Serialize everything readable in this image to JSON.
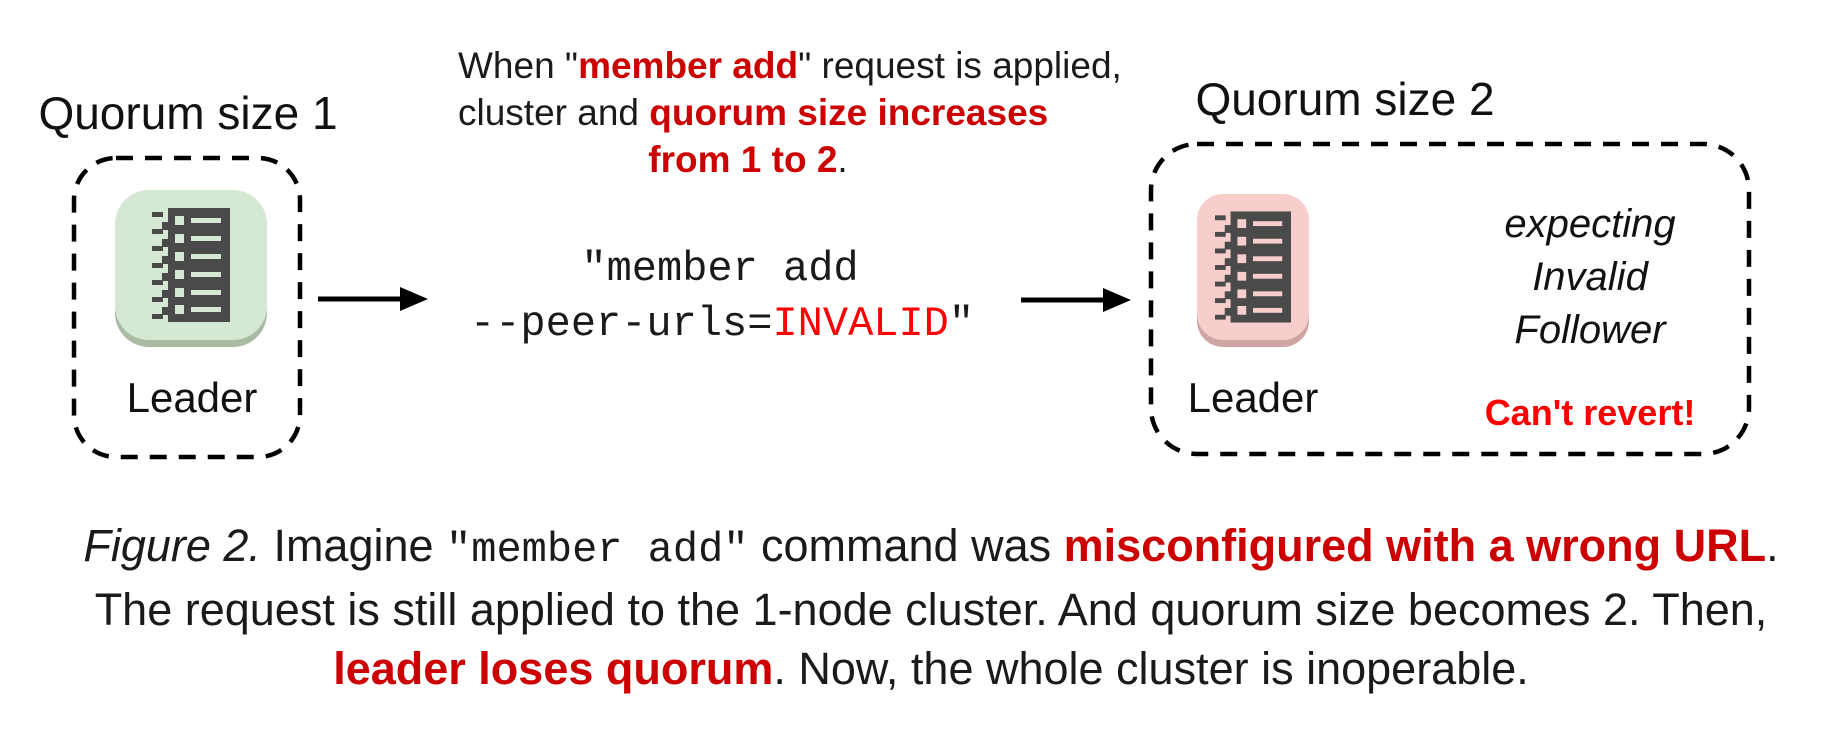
{
  "figure": {
    "left_cluster": {
      "title": "Quorum size 1",
      "node_label": "Leader",
      "node_icon": "server-rack-icon",
      "tile_color": "#d5e8d4"
    },
    "right_cluster": {
      "title": "Quorum size 2",
      "node_label": "Leader",
      "node_icon": "server-rack-icon",
      "tile_color": "#f8cecc",
      "status_line1": "expecting",
      "status_line2": "Invalid",
      "status_line3": "Follower",
      "warning": "Can't revert!"
    },
    "annotation": {
      "line1_pre": "When \"",
      "line1_red": "member add",
      "line1_post": "\" request is applied,",
      "line2_pre": "cluster and ",
      "line2_red": "quorum size increases",
      "line3_red": "from 1 to 2",
      "line3_post": "."
    },
    "command": {
      "line1": "\"member add",
      "line2_pre": "--peer-urls=",
      "line2_red": "INVALID",
      "line2_post": "\""
    },
    "caption": {
      "figure_label": "Figure 2.",
      "line1_text1": " Imagine ",
      "line1_mono": "\"member add\"",
      "line1_text2": " command was ",
      "line1_red": "misconfigured with a wrong URL",
      "line1_text3": ".",
      "line2": "The request is still applied to the 1-node cluster. And quorum size becomes 2. Then,",
      "line3_red": "leader loses quorum",
      "line3_text": ". Now, the whole cluster is inoperable."
    },
    "icons": {
      "flow_left": "arrow-right-icon",
      "flow_right": "arrow-right-icon"
    },
    "colors": {
      "red_emphasis": "#cc0000",
      "red_alert": "#ff0000",
      "icon_dark": "#4a4a4a",
      "tile_green": "#d5e8d4",
      "tile_green_shadow": "#a9bca3",
      "tile_pink": "#f8cecc",
      "tile_pink_shadow": "#cfa6a4"
    }
  }
}
